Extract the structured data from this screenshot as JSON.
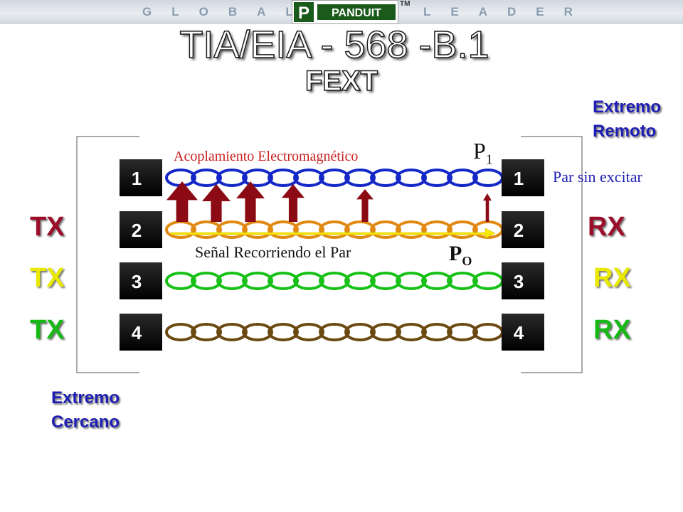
{
  "header": {
    "word_left": "GLOBAL",
    "brand": "PANDUIT",
    "word_right": "LEADER",
    "tm": "TM"
  },
  "title": "TIA/EIA - 568 -B.1",
  "subtitle": "FEXT",
  "far_end_label": [
    "Extremo",
    "Remoto"
  ],
  "near_end_label": [
    "Extremo",
    "Cercano"
  ],
  "coupling_label": "Acoplamiento Electromagnético",
  "signal_label": "Señal Recorriendo el Par",
  "unexcited_label": "Par sin excitar",
  "p1_label": {
    "base": "P",
    "sub": "1"
  },
  "po_label": {
    "base": "P",
    "sub": "O"
  },
  "pairs": [
    {
      "number": "1",
      "color": "#1428c8",
      "left": "",
      "right": "",
      "left_color": "",
      "right_color": ""
    },
    {
      "number": "2",
      "color": "#e08a14",
      "left": "TX",
      "right": "RX",
      "left_color": "#9a0e2a",
      "right_color": "#9a0e2a"
    },
    {
      "number": "3",
      "color": "#18c018",
      "left": "TX",
      "right": "RX",
      "left_color": "#e8e800",
      "right_color": "#e8e800"
    },
    {
      "number": "4",
      "color": "#6b4a12",
      "left": "TX",
      "right": "RX",
      "left_color": "#18b818",
      "right_color": "#18b818"
    }
  ],
  "colors": {
    "arrow": "#8b0a14",
    "signal_arrow": "#f5e800",
    "label_blue": "#1e1eb4",
    "coupling_red": "#c81e1e"
  }
}
